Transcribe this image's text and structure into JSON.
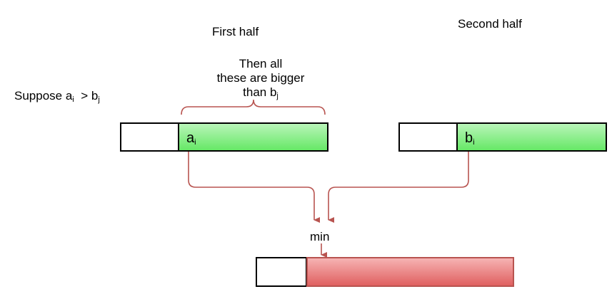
{
  "labels": {
    "first_half": "First half",
    "second_half": "Second half",
    "then_all_line1": "Then all",
    "then_all_line2": "these  are bigger",
    "then_all_line3_prefix": "than b",
    "then_all_line3_sub": "j",
    "suppose_prefix": "Suppose a",
    "suppose_sub_a": "i",
    "suppose_mid": "  > b",
    "suppose_sub_b": "j",
    "min": "min"
  },
  "cells": {
    "left_label_base": "a",
    "left_label_sub": "i",
    "right_label_base": "b",
    "right_label_sub": "i"
  },
  "colors": {
    "green_fill": "#66e866",
    "red_fill": "#e06060",
    "arrow": "#b85450",
    "brace": "#b85450"
  }
}
